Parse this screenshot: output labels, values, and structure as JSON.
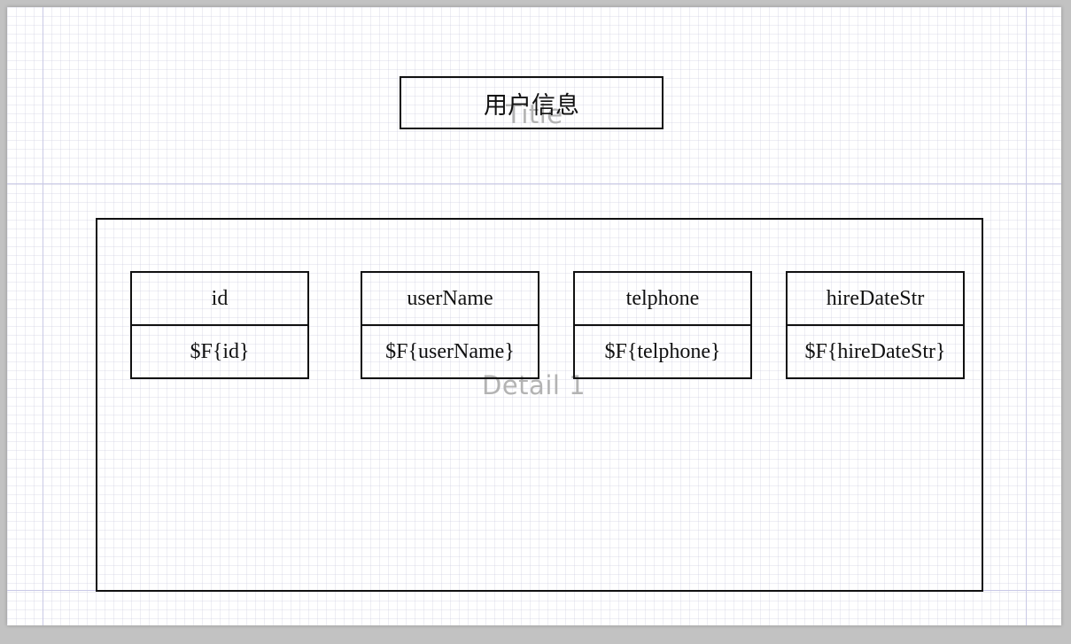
{
  "report": {
    "title_band": {
      "band_label": "Title",
      "title_text": "用户信息"
    },
    "detail_band": {
      "band_label": "Detail 1",
      "columns": [
        {
          "header": "id",
          "field": "$F{id}"
        },
        {
          "header": "userName",
          "field": "$F{userName}"
        },
        {
          "header": "telphone",
          "field": "$F{telphone}"
        },
        {
          "header": "hireDateStr",
          "field": "$F{hireDateStr}"
        }
      ]
    }
  },
  "colors": {
    "canvas_background": "#ffffff",
    "grid_line": "#cdcde1",
    "guide_line": "#c9c9e6",
    "border": "#111111",
    "band_label": "#b3b3b3"
  }
}
